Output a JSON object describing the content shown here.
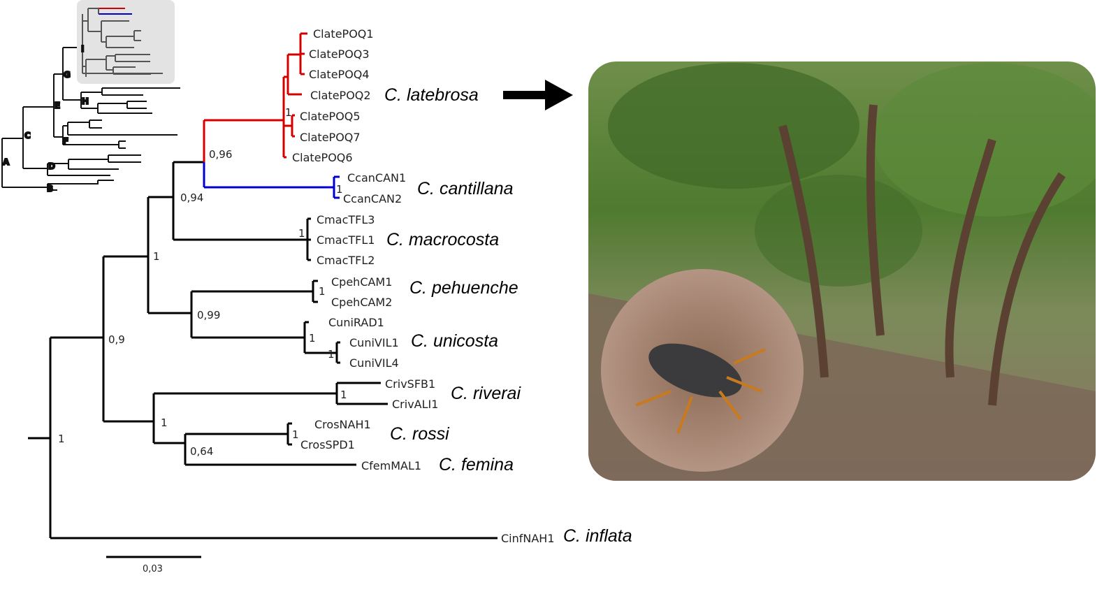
{
  "colors": {
    "latebrosa_clade": "#d40000",
    "cantillana_clade": "#0000cc",
    "branches": "#000000"
  },
  "inset_tree": {
    "node_labels": [
      "A",
      "B",
      "C",
      "D",
      "E",
      "F",
      "G",
      "H",
      "I"
    ]
  },
  "tips": {
    "ClatePOQ1": "ClatePOQ1",
    "ClatePOQ3": "ClatePOQ3",
    "ClatePOQ4": "ClatePOQ4",
    "ClatePOQ2": "ClatePOQ2",
    "ClatePOQ5": "ClatePOQ5",
    "ClatePOQ7": "ClatePOQ7",
    "ClatePOQ6": "ClatePOQ6",
    "CcanCAN1": "CcanCAN1",
    "CcanCAN2": "CcanCAN2",
    "CmacTFL3": "CmacTFL3",
    "CmacTFL1": "CmacTFL1",
    "CmacTFL2": "CmacTFL2",
    "CpehCAM1": "CpehCAM1",
    "CpehCAM2": "CpehCAM2",
    "CuniRAD1": "CuniRAD1",
    "CuniVIL1": "CuniVIL1",
    "CuniVIL4": "CuniVIL4",
    "CrivSFB1": "CrivSFB1",
    "CrivALI1": "CrivALI1",
    "CrosNAH1": "CrosNAH1",
    "CrosSPD1": "CrosSPD1",
    "CfemMAL1": "CfemMAL1",
    "CinfNAH1": "CinfNAH1"
  },
  "species": [
    "C. latebrosa",
    "C. cantillana",
    "C. macrocosta",
    "C. pehuenche",
    "C. unicosta",
    "C. riverai",
    "C. rossi",
    "C. femina",
    "C. inflata"
  ],
  "support": {
    "root": "1",
    "n09": "0,9",
    "n1a": "1",
    "n094": "0,94",
    "n096": "0,96",
    "late": "1",
    "can": "1",
    "mac": "1",
    "n099": "0,99",
    "peh": "1",
    "uni": "1",
    "univil": "1",
    "n1b": "1",
    "riv": "1",
    "n064": "0,64",
    "ros": "1"
  },
  "scale_bar": {
    "label": "0,03"
  },
  "photo": {
    "description_icon": "habitat-photo-with-beetle-inset"
  }
}
